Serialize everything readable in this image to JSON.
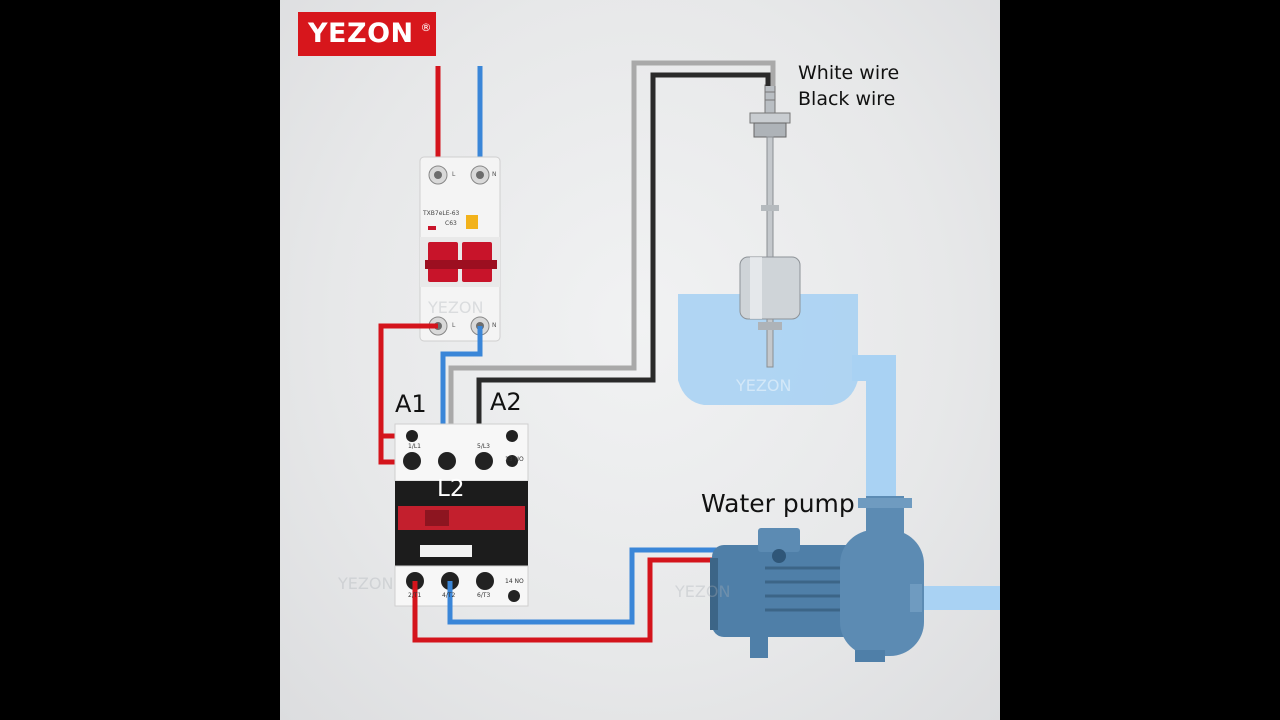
{
  "brand": {
    "logo_text": "YEZON",
    "registered_mark": "®"
  },
  "labels": {
    "white_wire": "White wire",
    "black_wire": "Black wire",
    "water_pump": "Water pump",
    "a1": "A1",
    "a2": "A2",
    "l2": "L2"
  },
  "breaker": {
    "model": "TXB7eLE-63",
    "rating": "C63",
    "terminal_top_l": "L",
    "terminal_top_n": "N",
    "terminal_bottom_l": "L",
    "terminal_bottom_n": "N"
  },
  "contactor": {
    "term_1": "1/L1",
    "term_3": "5/L3",
    "term_13": "13 NO",
    "term_2": "2/T1",
    "term_4": "4/T2",
    "term_6": "6/T3",
    "term_14": "14 NO"
  },
  "watermark": "YEZON",
  "colors": {
    "live_wire": "#d4141c",
    "neutral_wire": "#3a86d8",
    "white_wire": "#a9a9a9",
    "black_wire": "#2a2a2a",
    "breaker_handle": "#c8142a",
    "water": "#a9d2f3",
    "pump_body": "#4f7fa8",
    "brand_red": "#d7161c"
  }
}
